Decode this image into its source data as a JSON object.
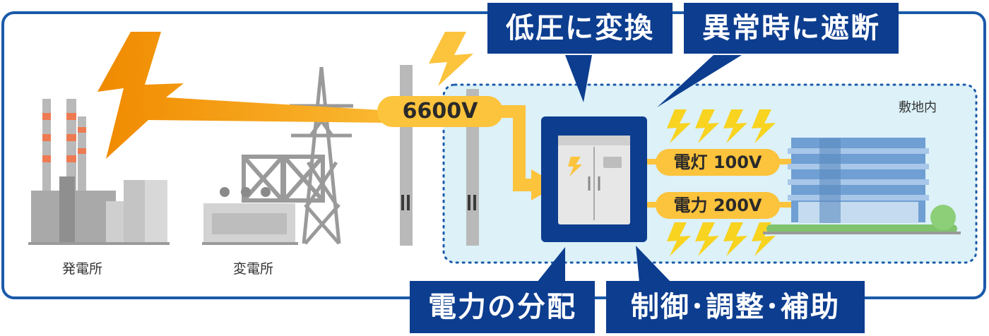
{
  "labels": {
    "power_plant": "発電所",
    "substation": "変電所",
    "premises": "敷地内"
  },
  "voltage": {
    "supply": "6600V",
    "lighting": "電灯 100V",
    "power": "電力 200V"
  },
  "callouts": {
    "convert": "低圧に変換",
    "cutoff": "異常時に遮断",
    "distribute": "電力の分配",
    "control": "制御･調整･補助"
  },
  "colors": {
    "navy": "#0c3d8f",
    "yellow": "#fcc33c",
    "orange": "#f08a00",
    "premises_bg": "#dcf1f8",
    "gray": "#b9b9b9"
  }
}
